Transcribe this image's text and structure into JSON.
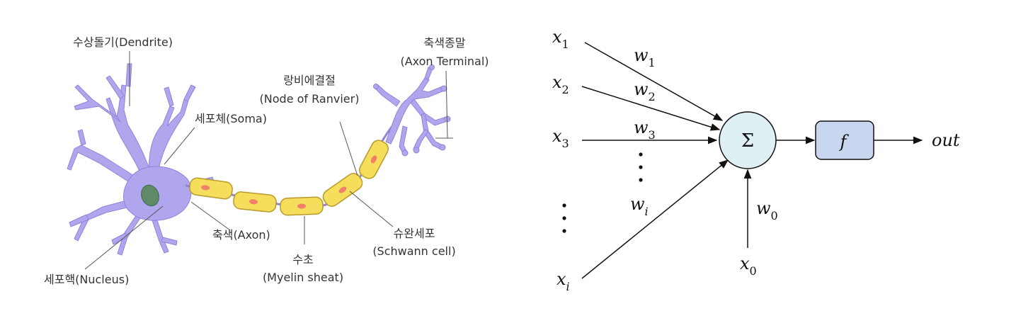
{
  "neuron": {
    "dendrite": "수상돌기(Dendrite)",
    "soma": "세포체(Soma)",
    "nucleus": "세포핵(Nucleus)",
    "axon": "축색(Axon)",
    "myelin_ko": "수초",
    "myelin_en": "(Myelin sheat)",
    "ranvier_ko": "랑비에결절",
    "ranvier_en": "(Node of Ranvier)",
    "schwann_ko": "슈완세포",
    "schwann_en": "(Schwann cell)",
    "terminal_ko": "축색종말",
    "terminal_en": "(Axon Terminal)",
    "colors": {
      "cell": "#b0a6ee",
      "nucleus": "#5e8a68",
      "myelin": "#f4de5c",
      "myelin_dot": "#f0806a"
    }
  },
  "perceptron": {
    "inputs": [
      {
        "var": "x",
        "sub": "1"
      },
      {
        "var": "x",
        "sub": "2"
      },
      {
        "var": "x",
        "sub": "3"
      },
      {
        "var": "x",
        "sub": "i"
      }
    ],
    "weights": [
      {
        "var": "w",
        "sub": "1"
      },
      {
        "var": "w",
        "sub": "2"
      },
      {
        "var": "w",
        "sub": "3"
      },
      {
        "var": "w",
        "sub": "i"
      }
    ],
    "bias_input": {
      "var": "x",
      "sub": "0"
    },
    "bias_weight": {
      "var": "w",
      "sub": "0"
    },
    "sum_symbol": "Σ",
    "activation": "f",
    "output": "out",
    "colors": {
      "sum_node": "#dff0f5",
      "activation_box": "#c9d6ef"
    }
  }
}
